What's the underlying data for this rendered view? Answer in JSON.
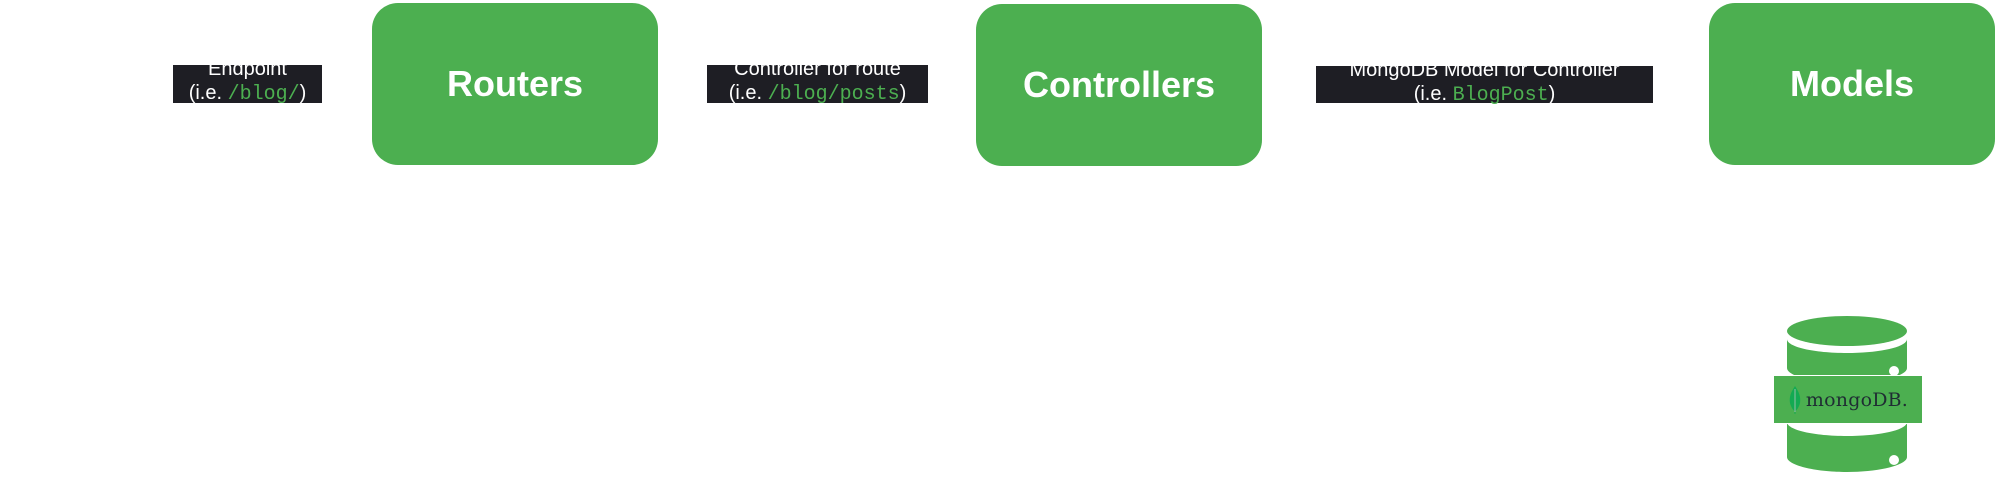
{
  "labels": {
    "endpoint": {
      "line1": "Endpoint",
      "line2_prefix": "(i.e. ",
      "line2_code": "/blog/",
      "line2_suffix": ")"
    },
    "controller_route": {
      "line1": "Controller for route",
      "line2_prefix": "(i.e. ",
      "line2_code": "/blog/posts",
      "line2_suffix": ")"
    },
    "model": {
      "line1": "MongoDB Model for Controller",
      "line2_prefix": "(i.e. ",
      "line2_code": "BlogPost",
      "line2_suffix": ")"
    }
  },
  "nodes": {
    "routers": "Routers",
    "controllers": "Controllers",
    "models": "Models"
  },
  "database": {
    "brand_text": "mongoDB.",
    "icon": "database-icon",
    "leaf_icon": "mongodb-leaf-icon"
  },
  "colors": {
    "node_fill": "#4caf50",
    "label_bg": "#1e1e24",
    "code_text": "#4caf50",
    "brand_text": "#1f2d33"
  }
}
